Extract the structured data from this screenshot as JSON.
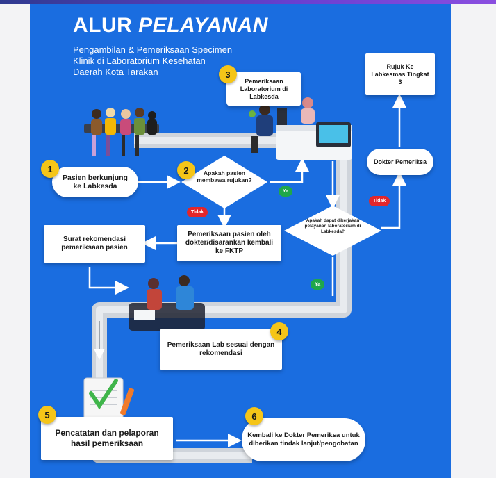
{
  "title": {
    "plain": "ALUR",
    "italic": "PELAYANAN"
  },
  "subtitle": [
    "Pengambilan & Pemeriksaan Specimen",
    "Klinik di Laboratorium  Kesehatan",
    "Daerah Kota Tarakan"
  ],
  "steps": {
    "s1": {
      "num": "1",
      "label": "Pasien berkunjung ke Labkesda"
    },
    "s2": {
      "num": "2",
      "label": "Apakah pasien membawa rujukan?"
    },
    "s3": {
      "num": "3",
      "label": "Pemeriksaan Laboratorium di Labkesda"
    },
    "s4": {
      "num": "4",
      "label": "Pemeriksaan Lab sesuai dengan rekomendasi"
    },
    "s5": {
      "num": "5",
      "label": "Pencatatan dan pelaporan hasil  pemeriksaan"
    },
    "s6": {
      "num": "6",
      "label": "Kembali ke Dokter Pemeriksa untuk diberikan tindak lanjut/pengobatan"
    }
  },
  "boxes": {
    "dokter_fktp": "Pemeriksaan pasien oleh dokter/disarankan kembali ke FKTP",
    "surat": "Surat rekomendasi pemeriksaan pasien",
    "decision_lab": "Apakah dapat dikerjakan pelayanan laboratorium di Labkesda?",
    "dokter_pemeriksa": "Dokter Pemeriksa",
    "rujuk": "Rujuk Ke Labkesmas Tingkat 3"
  },
  "badges": {
    "ya1": "Ya",
    "tidak1": "Tidak",
    "ya2": "Ya",
    "tidak2": "Tidak"
  },
  "colors": {
    "background": "#1a6de0",
    "step_number": "#f5c518",
    "yes": "#1fa74a",
    "no": "#e3262a",
    "path": "#d9dde3"
  }
}
